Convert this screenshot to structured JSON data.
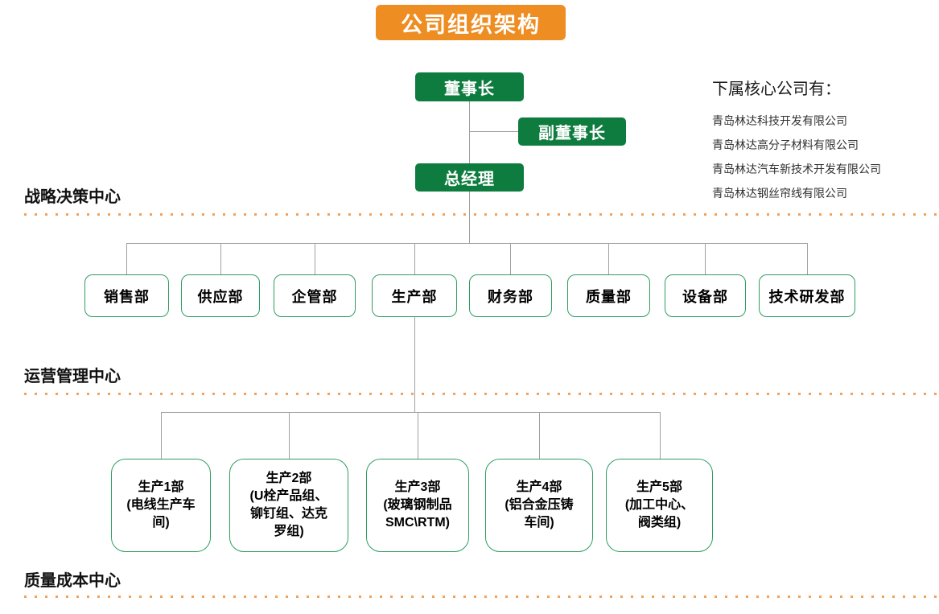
{
  "title": "公司组织架构",
  "executives": [
    {
      "label": "董事长"
    },
    {
      "label": "副董事长"
    },
    {
      "label": "总经理"
    }
  ],
  "subsidiaries": {
    "heading": "下属核心公司有：",
    "items": [
      "青岛林达科技开发有限公司",
      "青岛林达高分子材料有限公司",
      "青岛林达汽车新技术开发有限公司",
      "青岛林达钢丝帘线有限公司"
    ]
  },
  "sections": [
    {
      "label": "战略决策中心"
    },
    {
      "label": "运营管理中心"
    },
    {
      "label": "质量成本中心"
    }
  ],
  "departments": [
    {
      "label": "销售部"
    },
    {
      "label": "供应部"
    },
    {
      "label": "企管部"
    },
    {
      "label": "生产部"
    },
    {
      "label": "财务部"
    },
    {
      "label": "质量部"
    },
    {
      "label": "设备部"
    },
    {
      "label": "技术研发部"
    }
  ],
  "production_units": [
    {
      "label": "生产1部\n(电线生产车\n间)"
    },
    {
      "label": "生产2部\n(U栓产品组、\n铆钉组、达克\n罗组)"
    },
    {
      "label": "生产3部\n(玻璃钢制品\nSMC\\RTM)"
    },
    {
      "label": "生产4部\n(铝合金压铸\n车间)"
    },
    {
      "label": "生产5部\n(加工中心、\n阀类组)"
    }
  ],
  "colors": {
    "banner_orange": "#EE8D22",
    "node_green": "#0E7C3F",
    "outline_green": "#2E9E60",
    "connector_gray": "#A0A0A0",
    "dot_orange": "#F2A25C"
  }
}
